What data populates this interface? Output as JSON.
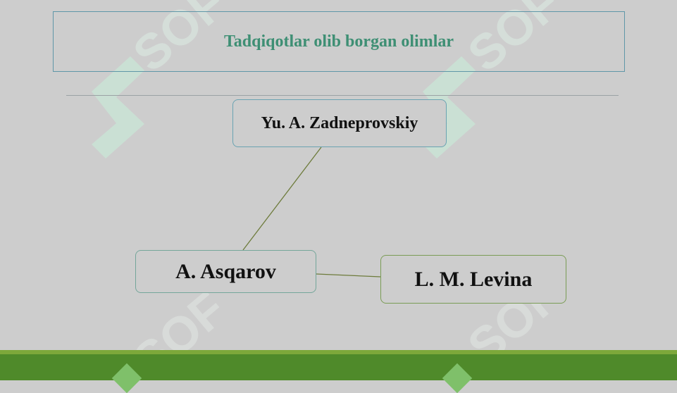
{
  "title": "Tadqiqotlar olib borgan olimlar",
  "nodes": {
    "top": "Yu. A. Zadneprovskiy",
    "left": "A. Asqarov",
    "right": "L. M. Levina"
  },
  "watermark": {
    "logo_text": "SOF"
  },
  "colors": {
    "background": "#cdcdcd",
    "title_text": "#3e8f74",
    "connector": "#6d7b3b",
    "footer": "#4f8a2a",
    "watermark": "#bfe8d2"
  }
}
